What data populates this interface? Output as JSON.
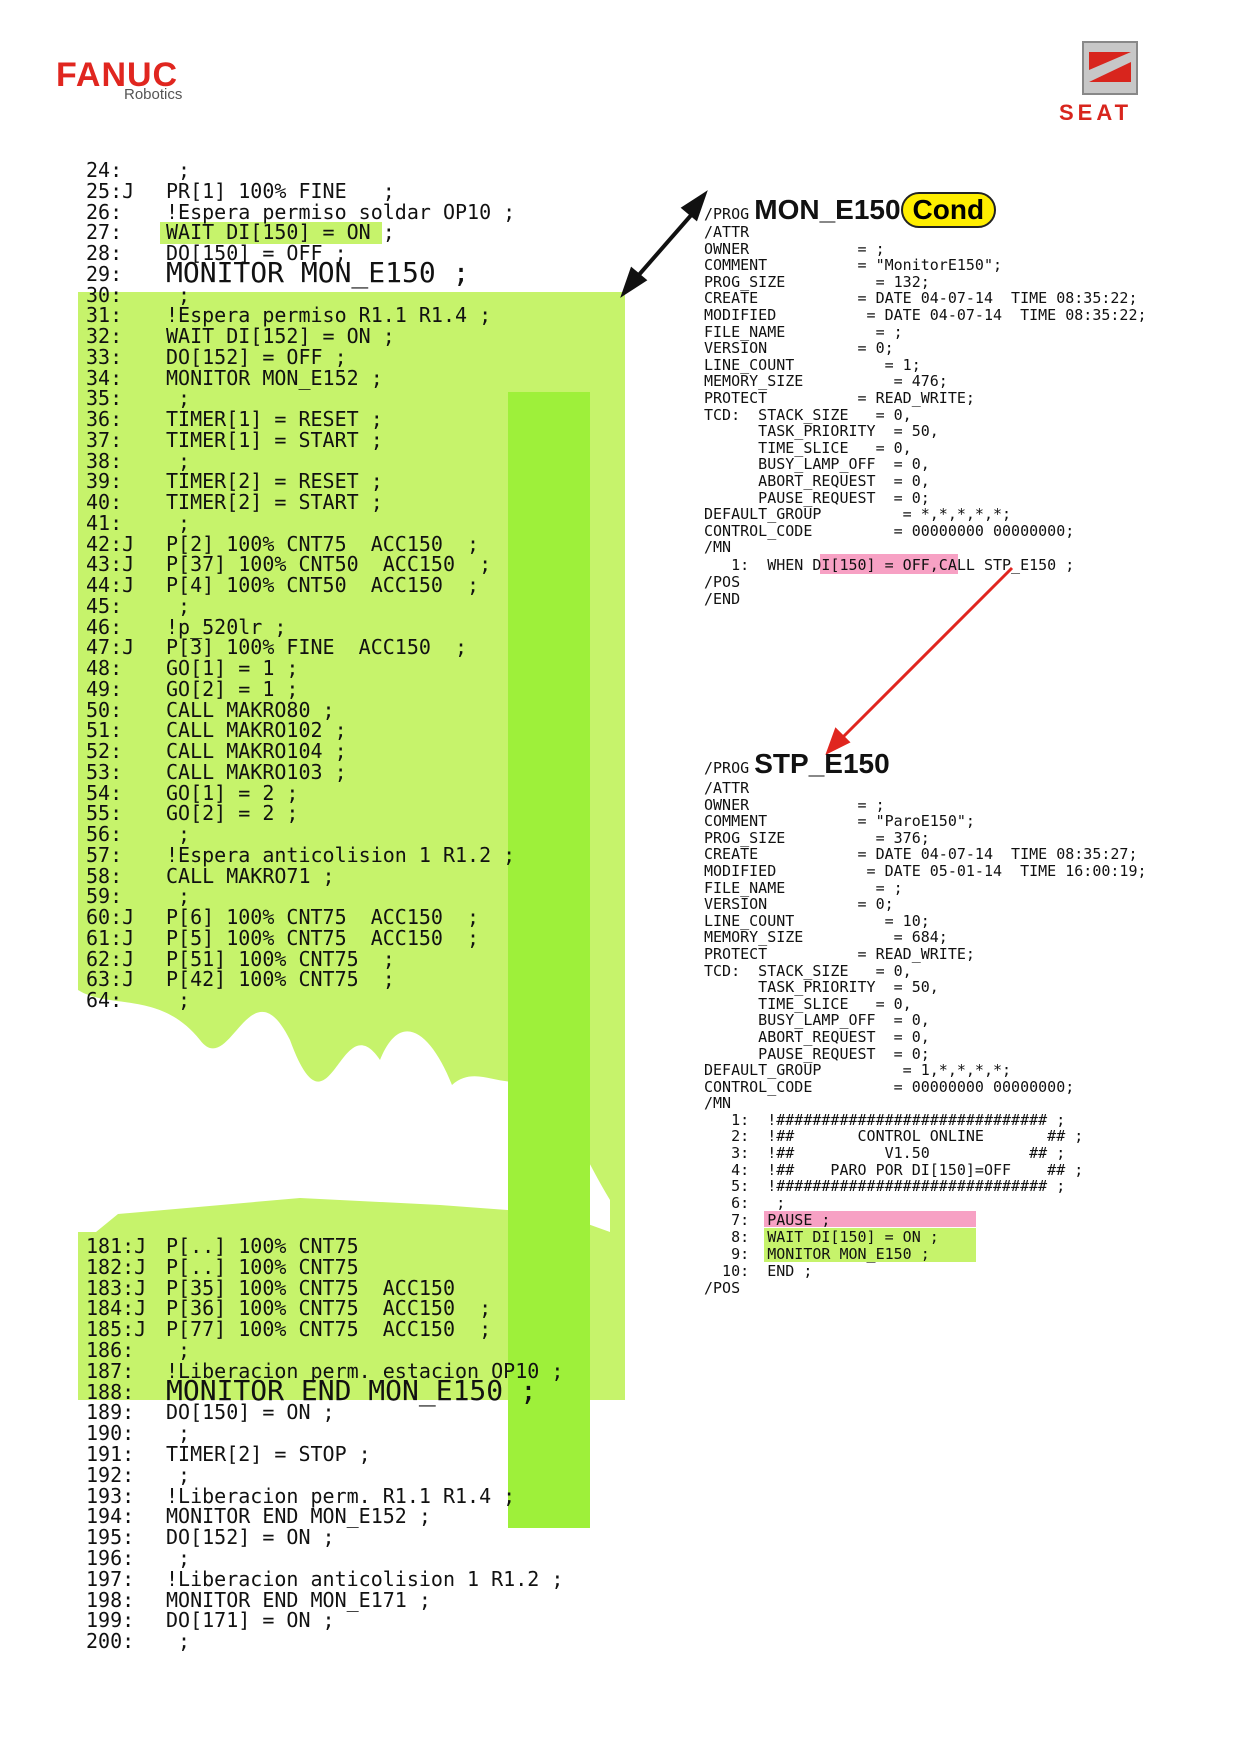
{
  "header": {
    "fanuc_logo": "FANUC",
    "fanuc_sub": "Robotics",
    "seat_logo": "SEAT"
  },
  "main_program": {
    "lines_top": [
      {
        "n": "24:",
        "t": " ;"
      },
      {
        "n": "25:J",
        "t": "PR[1] 100% FINE   ;"
      },
      {
        "n": "26:",
        "t": "!Espera permiso soldar OP10 ;"
      },
      {
        "n": "27:",
        "t": "WAIT DI[150] = ON ;"
      },
      {
        "n": "28:",
        "t": "DO[150] = OFF ;"
      },
      {
        "n": "29:",
        "t": "MONITOR MON_E150 ;"
      },
      {
        "n": "30:",
        "t": " ;"
      },
      {
        "n": "31:",
        "t": "!Espera permiso R1.1 R1.4 ;"
      },
      {
        "n": "32:",
        "t": "WAIT DI[152] = ON ;"
      },
      {
        "n": "33:",
        "t": "DO[152] = OFF ;"
      },
      {
        "n": "34:",
        "t": "MONITOR MON_E152 ;"
      },
      {
        "n": "35:",
        "t": " ;"
      },
      {
        "n": "36:",
        "t": "TIMER[1] = RESET ;"
      },
      {
        "n": "37:",
        "t": "TIMER[1] = START ;"
      },
      {
        "n": "38:",
        "t": " ;"
      },
      {
        "n": "39:",
        "t": "TIMER[2] = RESET ;"
      },
      {
        "n": "40:",
        "t": "TIMER[2] = START ;"
      },
      {
        "n": "41:",
        "t": " ;"
      },
      {
        "n": "42:J",
        "t": "P[2] 100% CNT75  ACC150  ;"
      },
      {
        "n": "43:J",
        "t": "P[37] 100% CNT50  ACC150  ;"
      },
      {
        "n": "44:J",
        "t": "P[4] 100% CNT50  ACC150  ;"
      },
      {
        "n": "45:",
        "t": " ;"
      },
      {
        "n": "46:",
        "t": "!p_520lr ;"
      },
      {
        "n": "47:J",
        "t": "P[3] 100% FINE  ACC150  ;"
      },
      {
        "n": "48:",
        "t": "GO[1] = 1 ;"
      },
      {
        "n": "49:",
        "t": "GO[2] = 1 ;"
      },
      {
        "n": "50:",
        "t": "CALL MAKRO80 ;"
      },
      {
        "n": "51:",
        "t": "CALL MAKRO102 ;"
      },
      {
        "n": "52:",
        "t": "CALL MAKRO104 ;"
      },
      {
        "n": "53:",
        "t": "CALL MAKRO103 ;"
      },
      {
        "n": "54:",
        "t": "GO[1] = 2 ;"
      },
      {
        "n": "55:",
        "t": "GO[2] = 2 ;"
      },
      {
        "n": "56:",
        "t": " ;"
      },
      {
        "n": "57:",
        "t": "!Espera anticolision 1 R1.2 ;"
      },
      {
        "n": "58:",
        "t": "CALL MAKRO71 ;"
      },
      {
        "n": "59:",
        "t": " ;"
      },
      {
        "n": "60:J",
        "t": "P[6] 100% CNT75  ACC150  ;"
      },
      {
        "n": "61:J",
        "t": "P[5] 100% CNT75  ACC150  ;"
      },
      {
        "n": "62:J",
        "t": "P[51] 100% CNT75  ;"
      },
      {
        "n": "63:J",
        "t": "P[42] 100% CNT75  ;"
      },
      {
        "n": "64:",
        "t": " ;"
      }
    ],
    "lines_bottom": [
      {
        "n": "181:J",
        "t": "P[..] 100% CNT75"
      },
      {
        "n": "182:J",
        "t": "P[..] 100% CNT75"
      },
      {
        "n": "183:J",
        "t": "P[35] 100% CNT75  ACC150"
      },
      {
        "n": "184:J",
        "t": "P[36] 100% CNT75  ACC150  ;"
      },
      {
        "n": "185:J",
        "t": "P[77] 100% CNT75  ACC150  ;"
      },
      {
        "n": "186:",
        "t": " ;"
      },
      {
        "n": "187:",
        "t": "!Liberacion perm. estacion OP10 ;"
      },
      {
        "n": "188:",
        "t": "MONITOR END MON_E150 ;"
      },
      {
        "n": "189:",
        "t": "DO[150] = ON ;"
      },
      {
        "n": "190:",
        "t": " ;"
      },
      {
        "n": "191:",
        "t": "TIMER[2] = STOP ;"
      },
      {
        "n": "192:",
        "t": " ;"
      },
      {
        "n": "193:",
        "t": "!Liberacion perm. R1.1 R1.4 ;"
      },
      {
        "n": "194:",
        "t": "MONITOR END MON_E152 ;"
      },
      {
        "n": "195:",
        "t": "DO[152] = ON ;"
      },
      {
        "n": "196:",
        "t": " ;"
      },
      {
        "n": "197:",
        "t": "!Liberacion anticolision 1 R1.2 ;"
      },
      {
        "n": "198:",
        "t": "MONITOR END MON_E171 ;"
      },
      {
        "n": "199:",
        "t": "DO[171] = ON ;"
      },
      {
        "n": "200:",
        "t": " ;"
      }
    ]
  },
  "mon_e150": {
    "prog_label": "/PROG",
    "name": "MON_E150",
    "badge": "Cond",
    "body": "/ATTR\nOWNER            = ;\nCOMMENT          = \"MonitorE150\";\nPROG_SIZE          = 132;\nCREATE           = DATE 04-07-14  TIME 08:35:22;\nMODIFIED          = DATE 04-07-14  TIME 08:35:22;\nFILE_NAME          = ;\nVERSION          = 0;\nLINE_COUNT          = 1;\nMEMORY_SIZE          = 476;\nPROTECT          = READ_WRITE;\nTCD:  STACK_SIZE   = 0,\n      TASK_PRIORITY  = 50,\n      TIME_SLICE   = 0,\n      BUSY_LAMP_OFF  = 0,\n      ABORT_REQUEST  = 0,\n      PAUSE_REQUEST  = 0;\nDEFAULT_GROUP         = *,*,*,*,*;\nCONTROL_CODE         = 00000000 00000000;\n/MN",
    "mn_line": "   1:  WHEN DI[150] = OFF,CALL STP_E150 ;",
    "tail": "/POS\n/END"
  },
  "stp_e150": {
    "prog_label": "/PROG",
    "name": "STP_E150",
    "body": "/ATTR\nOWNER            = ;\nCOMMENT          = \"ParoE150\";\nPROG_SIZE          = 376;\nCREATE           = DATE 04-07-14  TIME 08:35:27;\nMODIFIED          = DATE 05-01-14  TIME 16:00:19;\nFILE_NAME          = ;\nVERSION          = 0;\nLINE_COUNT          = 10;\nMEMORY_SIZE          = 684;\nPROTECT          = READ_WRITE;\nTCD:  STACK_SIZE   = 0,\n      TASK_PRIORITY  = 50,\n      TIME_SLICE   = 0,\n      BUSY_LAMP_OFF  = 0,\n      ABORT_REQUEST  = 0,\n      PAUSE_REQUEST  = 0;\nDEFAULT_GROUP         = 1,*,*,*,*;\nCONTROL_CODE         = 00000000 00000000;\n/MN\n   1:  !############################## ;\n   2:  !##       CONTROL ONLINE       ## ;\n   3:  !##          V1.50           ## ;\n   4:  !##    PARO POR DI[150]=OFF    ## ;\n   5:  !############################## ;\n   6:   ;",
    "line7": "   7:  PAUSE ;",
    "line8": "   8:  WAIT DI[150] = ON ;",
    "line9": "   9:  MONITOR MON_E150 ;",
    "line10": "  10:  END ;",
    "tail": "/POS"
  },
  "colors": {
    "highlight_green": "#c6f36b",
    "highlight_strong": "#9ef03a",
    "highlight_pink": "#f7a1c4",
    "arrow_red": "#e0261f"
  }
}
